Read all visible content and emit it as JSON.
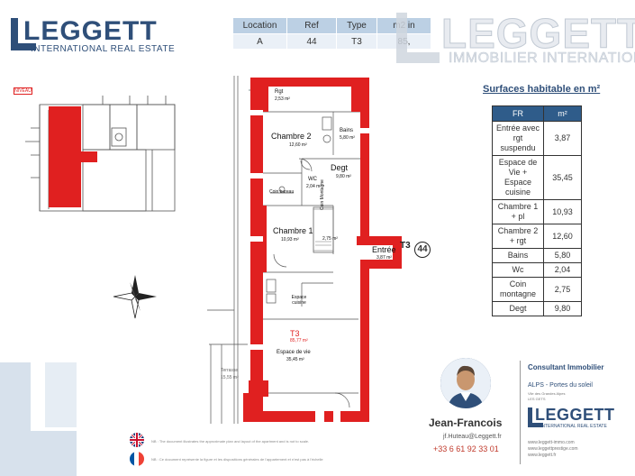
{
  "brand": {
    "name": "LEGGETT",
    "tagline": "INTERNATIONAL REAL ESTATE",
    "watermark_name": "LEGGETT",
    "watermark_tagline": "IMMOBILIER INTERNATIONAL",
    "primary_color": "#2f4f79",
    "accent_red": "#e02020"
  },
  "info_table": {
    "headers": [
      "Location",
      "Ref",
      "Type",
      "m2 in"
    ],
    "row": [
      "A",
      "44",
      "T3",
      "85,"
    ]
  },
  "surfaces": {
    "title": "Surfaces habitable en m²",
    "col_room": "FR",
    "col_area": "m²",
    "rows": [
      {
        "name": "Entrée avec rgt suspendu",
        "value": "3,87"
      },
      {
        "name": "Espace de Vie + Espace cuisine",
        "value": "35,45"
      },
      {
        "name": "Chambre 1 + pl",
        "value": "10,93"
      },
      {
        "name": "Chambre 2 + rgt",
        "value": "12,60"
      },
      {
        "name": "Bains",
        "value": "5,80"
      },
      {
        "name": "Wc",
        "value": "2,04"
      },
      {
        "name": "Coin montagne",
        "value": "2,75"
      },
      {
        "name": "Degt",
        "value": "9,80"
      }
    ]
  },
  "plan": {
    "rooms": {
      "rgt": "Rgt",
      "rgt_area": "2,53 m²",
      "ch2": "Chambre 2",
      "ch2_area": "12,60 m²",
      "bains": "Bains",
      "bains_area": "5,80 m²",
      "degt": "Degt",
      "degt_area": "9,80 m²",
      "wc": "WC",
      "wc_area": "2,04 m²",
      "coin_bureau": "Coin bureau",
      "coin_montagne": "Coin Montagne",
      "coin_montagne_area": "2,75 m²",
      "ch1": "Chambre 1",
      "ch1_area": "10,93 m²",
      "entree": "Entrée",
      "entree_area": "3,87 m²",
      "espace_cuisine": "Espace cuisine",
      "t3": "T3",
      "t3_area": "85,77 m²",
      "espace_vie": "Espace de vie",
      "espace_vie_area": "35,45 m²",
      "terrasse": "Terrasse",
      "terrasse_area": "15,55 m²"
    },
    "badge_type": "T3",
    "badge_number": "44",
    "site_tag": "NIVEAU"
  },
  "agent": {
    "name": "Jean-Francois",
    "email": "jf.Huteau@Leggett.fr",
    "phone": "+33 6 61 92 33 01",
    "role": "Consultant Immobilier",
    "region": "ALPS - Portes du soleil",
    "address1": "Vile des Grandes Alpes",
    "address2": "LES GETS",
    "websites": [
      "www.leggett-immo.com",
      "www.leggettprestige.com",
      "www.leggett.fr"
    ]
  },
  "notes": {
    "en": "NB : The document illustrates the approximate plan and layout of the apartment and is not to scale.",
    "fr": "NB : Ce document représente la figure et les dispositions générales de l'appartement et n'est pas à l'échelle"
  }
}
